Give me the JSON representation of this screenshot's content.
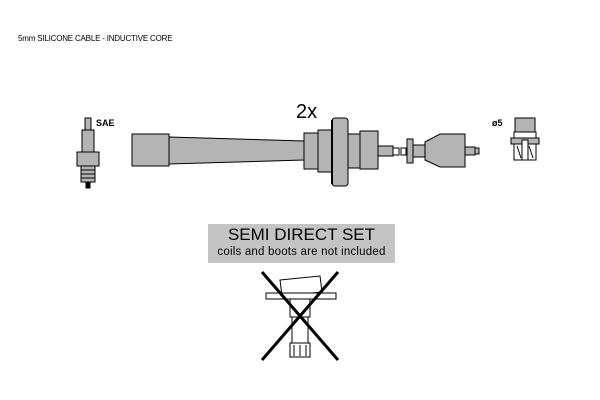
{
  "header": {
    "title": "5mm SILICONE CABLE - INDUCTIVE CORE"
  },
  "labels": {
    "plug_type": "SAE",
    "quantity": "2x",
    "connector_diameter": "ø5"
  },
  "banner": {
    "title": "SEMI DIRECT SET",
    "subtitle": "coils and boots are not included"
  },
  "colors": {
    "part_fill": "#b4b4b4",
    "banner_bg": "#c4c4c4"
  }
}
